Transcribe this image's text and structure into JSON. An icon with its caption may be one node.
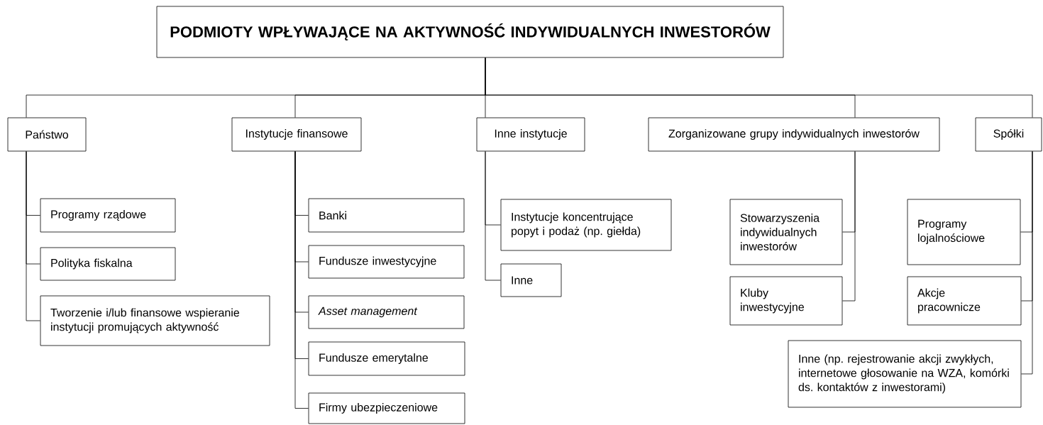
{
  "diagram": {
    "nodes": [
      {
        "text": [
          "PODMIOTY WPŁYWAJĄCE NA AKTYWNOŚĆ INDYWIDUALNYCH INWESTORÓW"
        ]
      },
      {
        "text": [
          "Państwo"
        ]
      },
      {
        "text": [
          "Instytucje finansowe"
        ]
      },
      {
        "text": [
          "Inne instytucje"
        ]
      },
      {
        "text": [
          "Zorganizowane grupy indywidualnych inwestorów"
        ]
      },
      {
        "text": [
          "Spółki"
        ]
      },
      {
        "text": [
          "Programy rządowe"
        ]
      },
      {
        "text": [
          "Polityka fiskalna"
        ]
      },
      {
        "text": [
          "Tworzenie i/lub finansowe wspieranie instytucji promujących aktywność"
        ]
      },
      {
        "text": [
          "Banki"
        ]
      },
      {
        "text": [
          "Fundusze inwestycyjne"
        ]
      },
      {
        "text": [
          "Asset management"
        ]
      },
      {
        "text": [
          "Fundusze emerytalne"
        ]
      },
      {
        "text": [
          "Firmy ubezpieczeniowe"
        ]
      },
      {
        "text": [
          "Instytucje koncentrujące popyt i podaż (np. giełda)"
        ]
      },
      {
        "text": [
          "Inne"
        ]
      },
      {
        "text": [
          "Stowarzyszenia indywidualnych inwestorów"
        ]
      },
      {
        "text": [
          "Kluby inwestycyjne"
        ]
      },
      {
        "text": [
          "Programy lojalnościowe"
        ]
      },
      {
        "text": [
          "Akcje pracownicze"
        ]
      },
      {
        "text": [
          "Inne (np. rejestrowanie akcji zwykłych, internetowe głosowanie na WZA, komórki ds. kontaktów z inwestorami)"
        ]
      }
    ],
    "edges": [
      {
        "from": 0,
        "to": 1,
        "arrow": "none"
      },
      {
        "from": 0,
        "to": 2,
        "arrow": "none"
      },
      {
        "from": 0,
        "to": 3,
        "arrow": "none"
      },
      {
        "from": 0,
        "to": 4,
        "arrow": "none"
      },
      {
        "from": 0,
        "to": 5,
        "arrow": "none"
      },
      {
        "from": 1,
        "to": 6,
        "arrow": "none"
      },
      {
        "from": 1,
        "to": 7,
        "arrow": "none"
      },
      {
        "from": 1,
        "to": 8,
        "arrow": "none"
      },
      {
        "from": 2,
        "to": 9,
        "arrow": "none"
      },
      {
        "from": 2,
        "to": 10,
        "arrow": "none"
      },
      {
        "from": 2,
        "to": 11,
        "arrow": "none"
      },
      {
        "from": 2,
        "to": 12,
        "arrow": "none"
      },
      {
        "from": 2,
        "to": 13,
        "arrow": "none"
      },
      {
        "from": 3,
        "to": 14,
        "arrow": "none"
      },
      {
        "from": 3,
        "to": 15,
        "arrow": "none"
      },
      {
        "from": 4,
        "to": 16,
        "arrow": "none"
      },
      {
        "from": 4,
        "to": 17,
        "arrow": "none"
      },
      {
        "from": 5,
        "to": 18,
        "arrow": "none"
      },
      {
        "from": 5,
        "to": 19,
        "arrow": "none"
      },
      {
        "from": 5,
        "to": 20,
        "arrow": "none"
      }
    ]
  }
}
